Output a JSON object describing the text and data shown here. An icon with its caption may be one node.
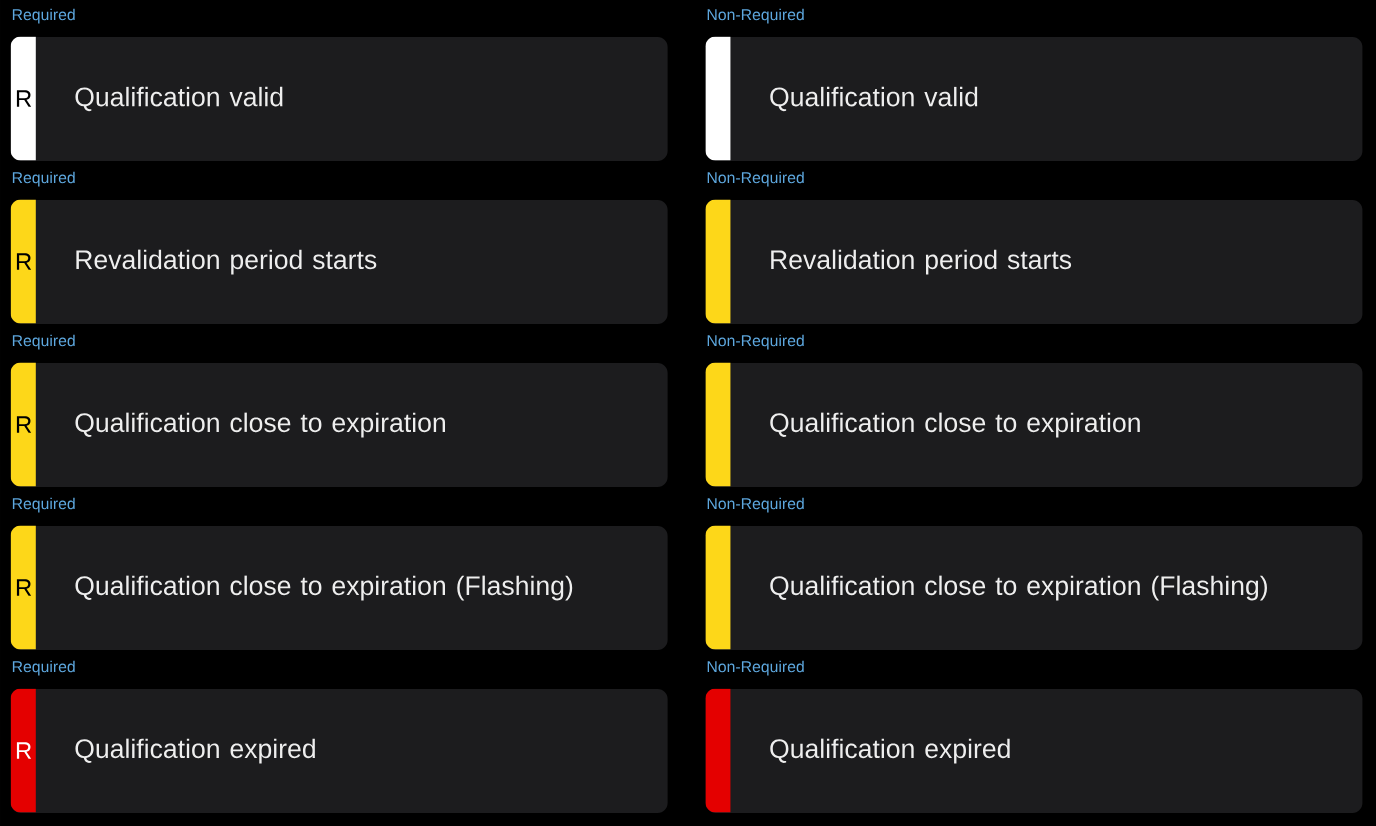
{
  "diagram": {
    "nodes": [
      {
        "text": [
          "Required",
          "R",
          "Qualification valid"
        ]
      },
      {
        "text": [
          "Non-Required",
          "Qualification valid"
        ]
      },
      {
        "text": [
          "Required",
          "R",
          "Revalidation period starts"
        ]
      },
      {
        "text": [
          "Non-Required",
          "Revalidation period starts"
        ]
      },
      {
        "text": [
          "Required",
          "R",
          "Qualification close to expiration"
        ]
      },
      {
        "text": [
          "Non-Required",
          "Qualification close to expiration"
        ]
      },
      {
        "text": [
          "Required",
          "R",
          "Qualification close to expiration (Flashing)"
        ]
      },
      {
        "text": [
          "Non-Required",
          "Qualification close to expiration (Flashing)"
        ]
      },
      {
        "text": [
          "Required",
          "R",
          "Qualification expired"
        ]
      },
      {
        "text": [
          "Non-Required",
          "Qualification expired"
        ]
      }
    ]
  }
}
